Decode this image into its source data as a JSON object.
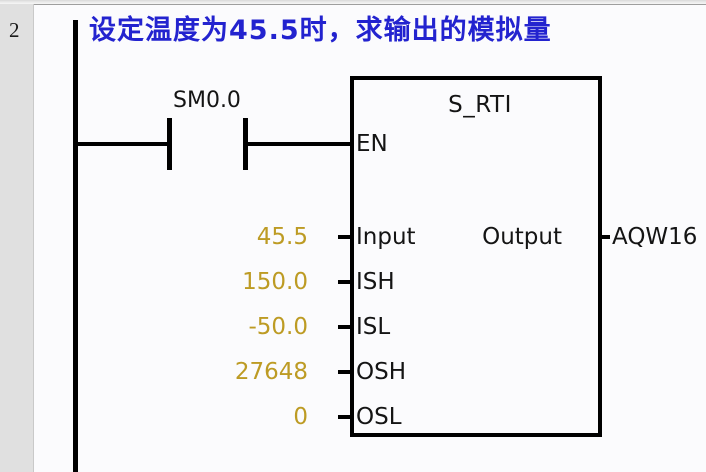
{
  "window": {
    "background_color": "#fbfbfd",
    "gutter_color": "#e0e0e0"
  },
  "rung": {
    "number": "2",
    "title": "设定温度为45.5时，求输出的模拟量",
    "title_color": "#2323cf"
  },
  "contacts": [
    {
      "name": "SM0.0",
      "type": "normally-open"
    }
  ],
  "function_block": {
    "name": "S_RTI",
    "enable_pin": "EN",
    "inputs": [
      {
        "pin": "Input",
        "operand": "45.5"
      },
      {
        "pin": "ISH",
        "operand": "150.0"
      },
      {
        "pin": "ISL",
        "operand": "-50.0"
      },
      {
        "pin": "OSH",
        "operand": "27648"
      },
      {
        "pin": "OSL",
        "operand": "0"
      }
    ],
    "outputs": [
      {
        "pin": "Output",
        "operand": "AQW16"
      }
    ],
    "operand_color": "#bd9b24",
    "pin_label_color": "#141414"
  }
}
